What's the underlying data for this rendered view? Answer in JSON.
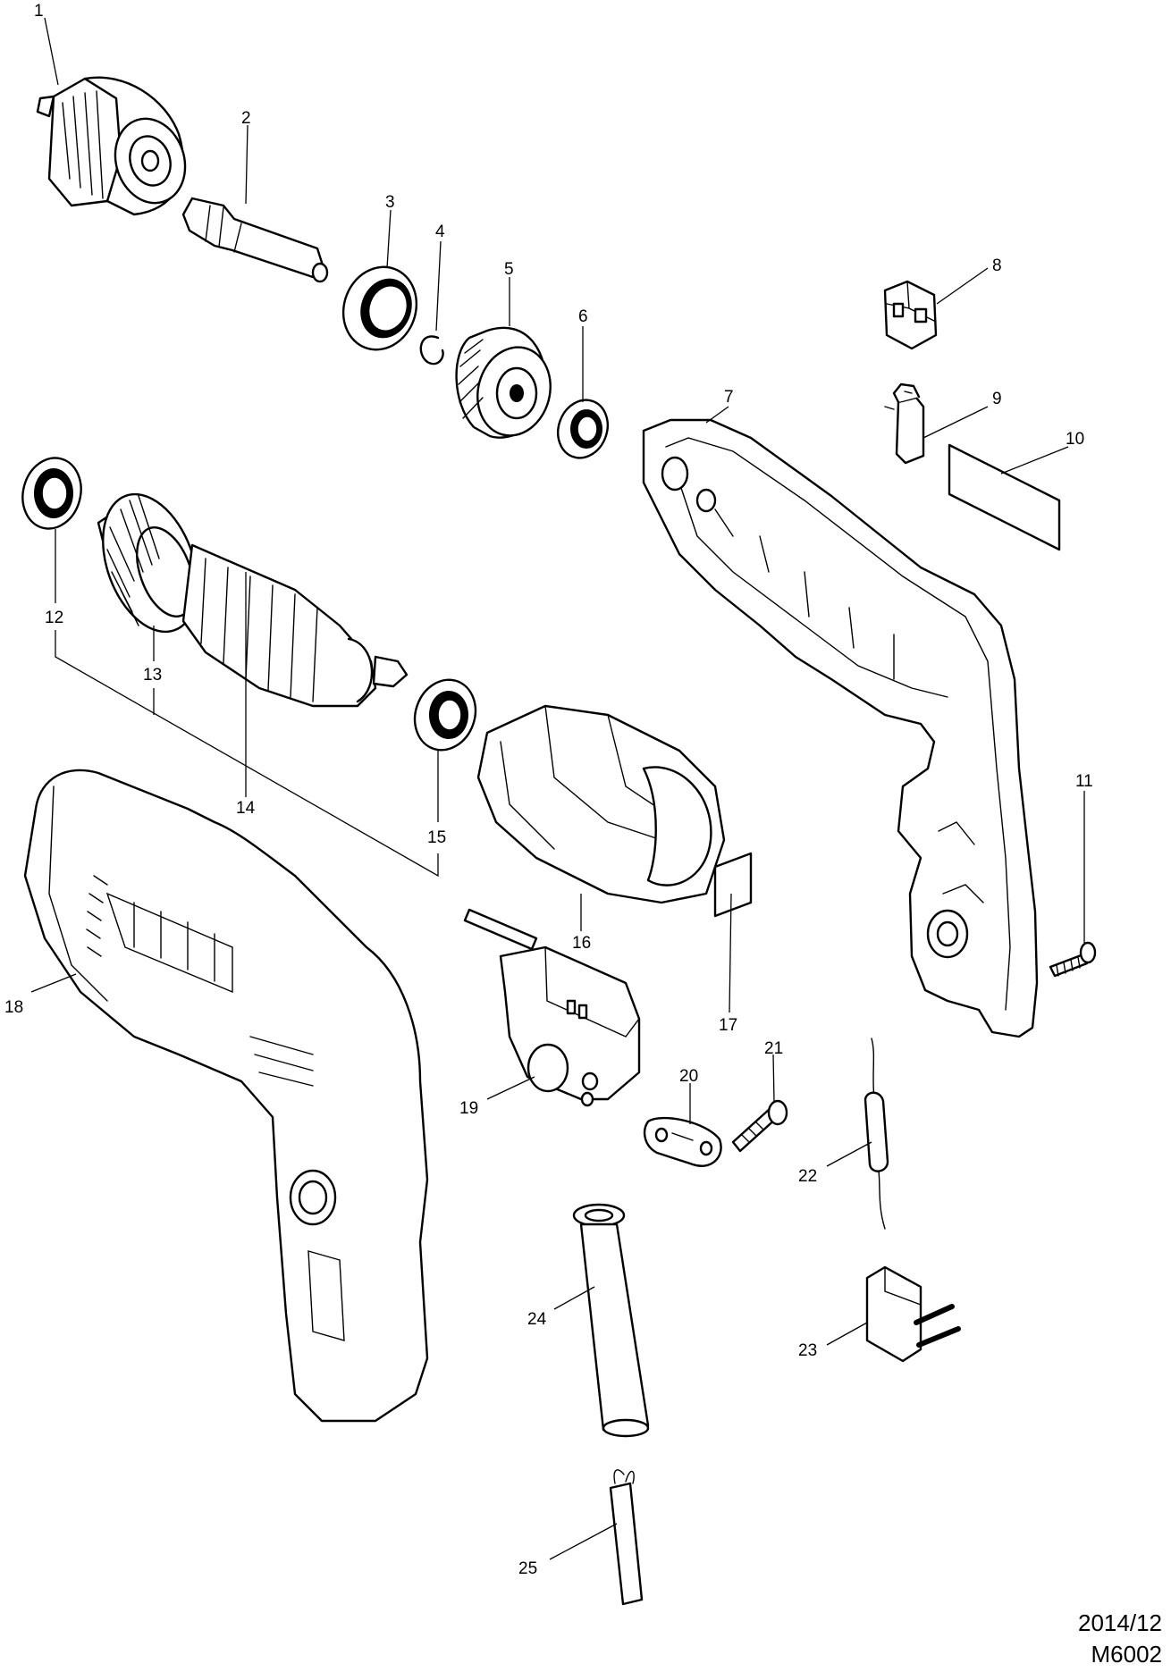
{
  "footer": {
    "date": "2014/12",
    "model": "M6002"
  },
  "callouts": [
    {
      "id": "callout-1",
      "text": "1"
    },
    {
      "id": "callout-2",
      "text": "2"
    },
    {
      "id": "callout-3",
      "text": "3"
    },
    {
      "id": "callout-4",
      "text": "4"
    },
    {
      "id": "callout-5",
      "text": "5"
    },
    {
      "id": "callout-6",
      "text": "6"
    },
    {
      "id": "callout-7",
      "text": "7"
    },
    {
      "id": "callout-8",
      "text": "8"
    },
    {
      "id": "callout-9",
      "text": "9"
    },
    {
      "id": "callout-10",
      "text": "10"
    },
    {
      "id": "callout-11",
      "text": "11"
    },
    {
      "id": "callout-12",
      "text": "12"
    },
    {
      "id": "callout-13",
      "text": "13"
    },
    {
      "id": "callout-14",
      "text": "14"
    },
    {
      "id": "callout-15",
      "text": "15"
    },
    {
      "id": "callout-16",
      "text": "16"
    },
    {
      "id": "callout-17",
      "text": "17"
    },
    {
      "id": "callout-18",
      "text": "18"
    },
    {
      "id": "callout-19",
      "text": "19"
    },
    {
      "id": "callout-20",
      "text": "20"
    },
    {
      "id": "callout-21",
      "text": "21"
    },
    {
      "id": "callout-22",
      "text": "22"
    },
    {
      "id": "callout-23",
      "text": "23"
    },
    {
      "id": "callout-24",
      "text": "24"
    },
    {
      "id": "callout-25",
      "text": "25"
    }
  ]
}
